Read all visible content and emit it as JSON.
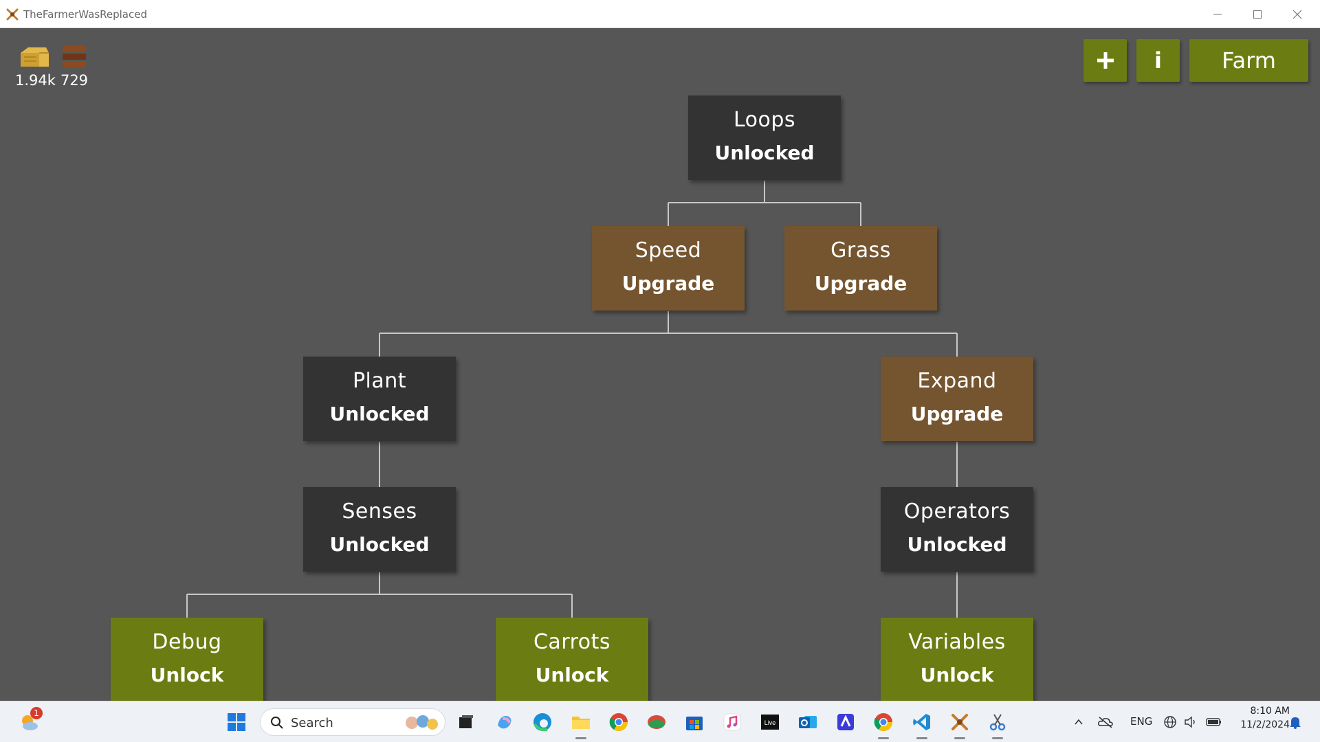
{
  "window": {
    "title": "TheFarmerWasReplaced"
  },
  "resources": [
    {
      "icon": "hay-icon",
      "value": "1.94k"
    },
    {
      "icon": "wood-icon",
      "value": "729"
    }
  ],
  "top_buttons": {
    "add": "+",
    "info": "i",
    "farm": "Farm"
  },
  "tree": {
    "loops": {
      "name": "Loops",
      "status": "Unlocked"
    },
    "speed": {
      "name": "Speed",
      "status": "Upgrade"
    },
    "grass": {
      "name": "Grass",
      "status": "Upgrade"
    },
    "plant": {
      "name": "Plant",
      "status": "Unlocked"
    },
    "expand": {
      "name": "Expand",
      "status": "Upgrade"
    },
    "senses": {
      "name": "Senses",
      "status": "Unlocked"
    },
    "operators": {
      "name": "Operators",
      "status": "Unlocked"
    },
    "debug": {
      "name": "Debug",
      "status": "Unlock"
    },
    "carrots": {
      "name": "Carrots",
      "status": "Unlock"
    },
    "variables": {
      "name": "Variables",
      "status": "Unlock"
    }
  },
  "colors": {
    "unlocked": "#333333",
    "upgrade": "#74552f",
    "unlock": "#6b7d12",
    "background": "#565656"
  },
  "taskbar": {
    "weather_badge": "1",
    "search_placeholder": "Search",
    "language": "ENG",
    "time": "8:10 AM",
    "date": "11/2/2024",
    "apps": [
      "windows-start-icon",
      "file-explorer-icon",
      "copilot-icon",
      "edge-icon",
      "folder-icon",
      "chrome-icon",
      "app-icon",
      "store-icon",
      "music-icon",
      "live-icon",
      "outlook-icon",
      "app-icon",
      "chrome-icon",
      "vscode-icon",
      "farmer-game-icon",
      "snipping-tool-icon"
    ]
  }
}
